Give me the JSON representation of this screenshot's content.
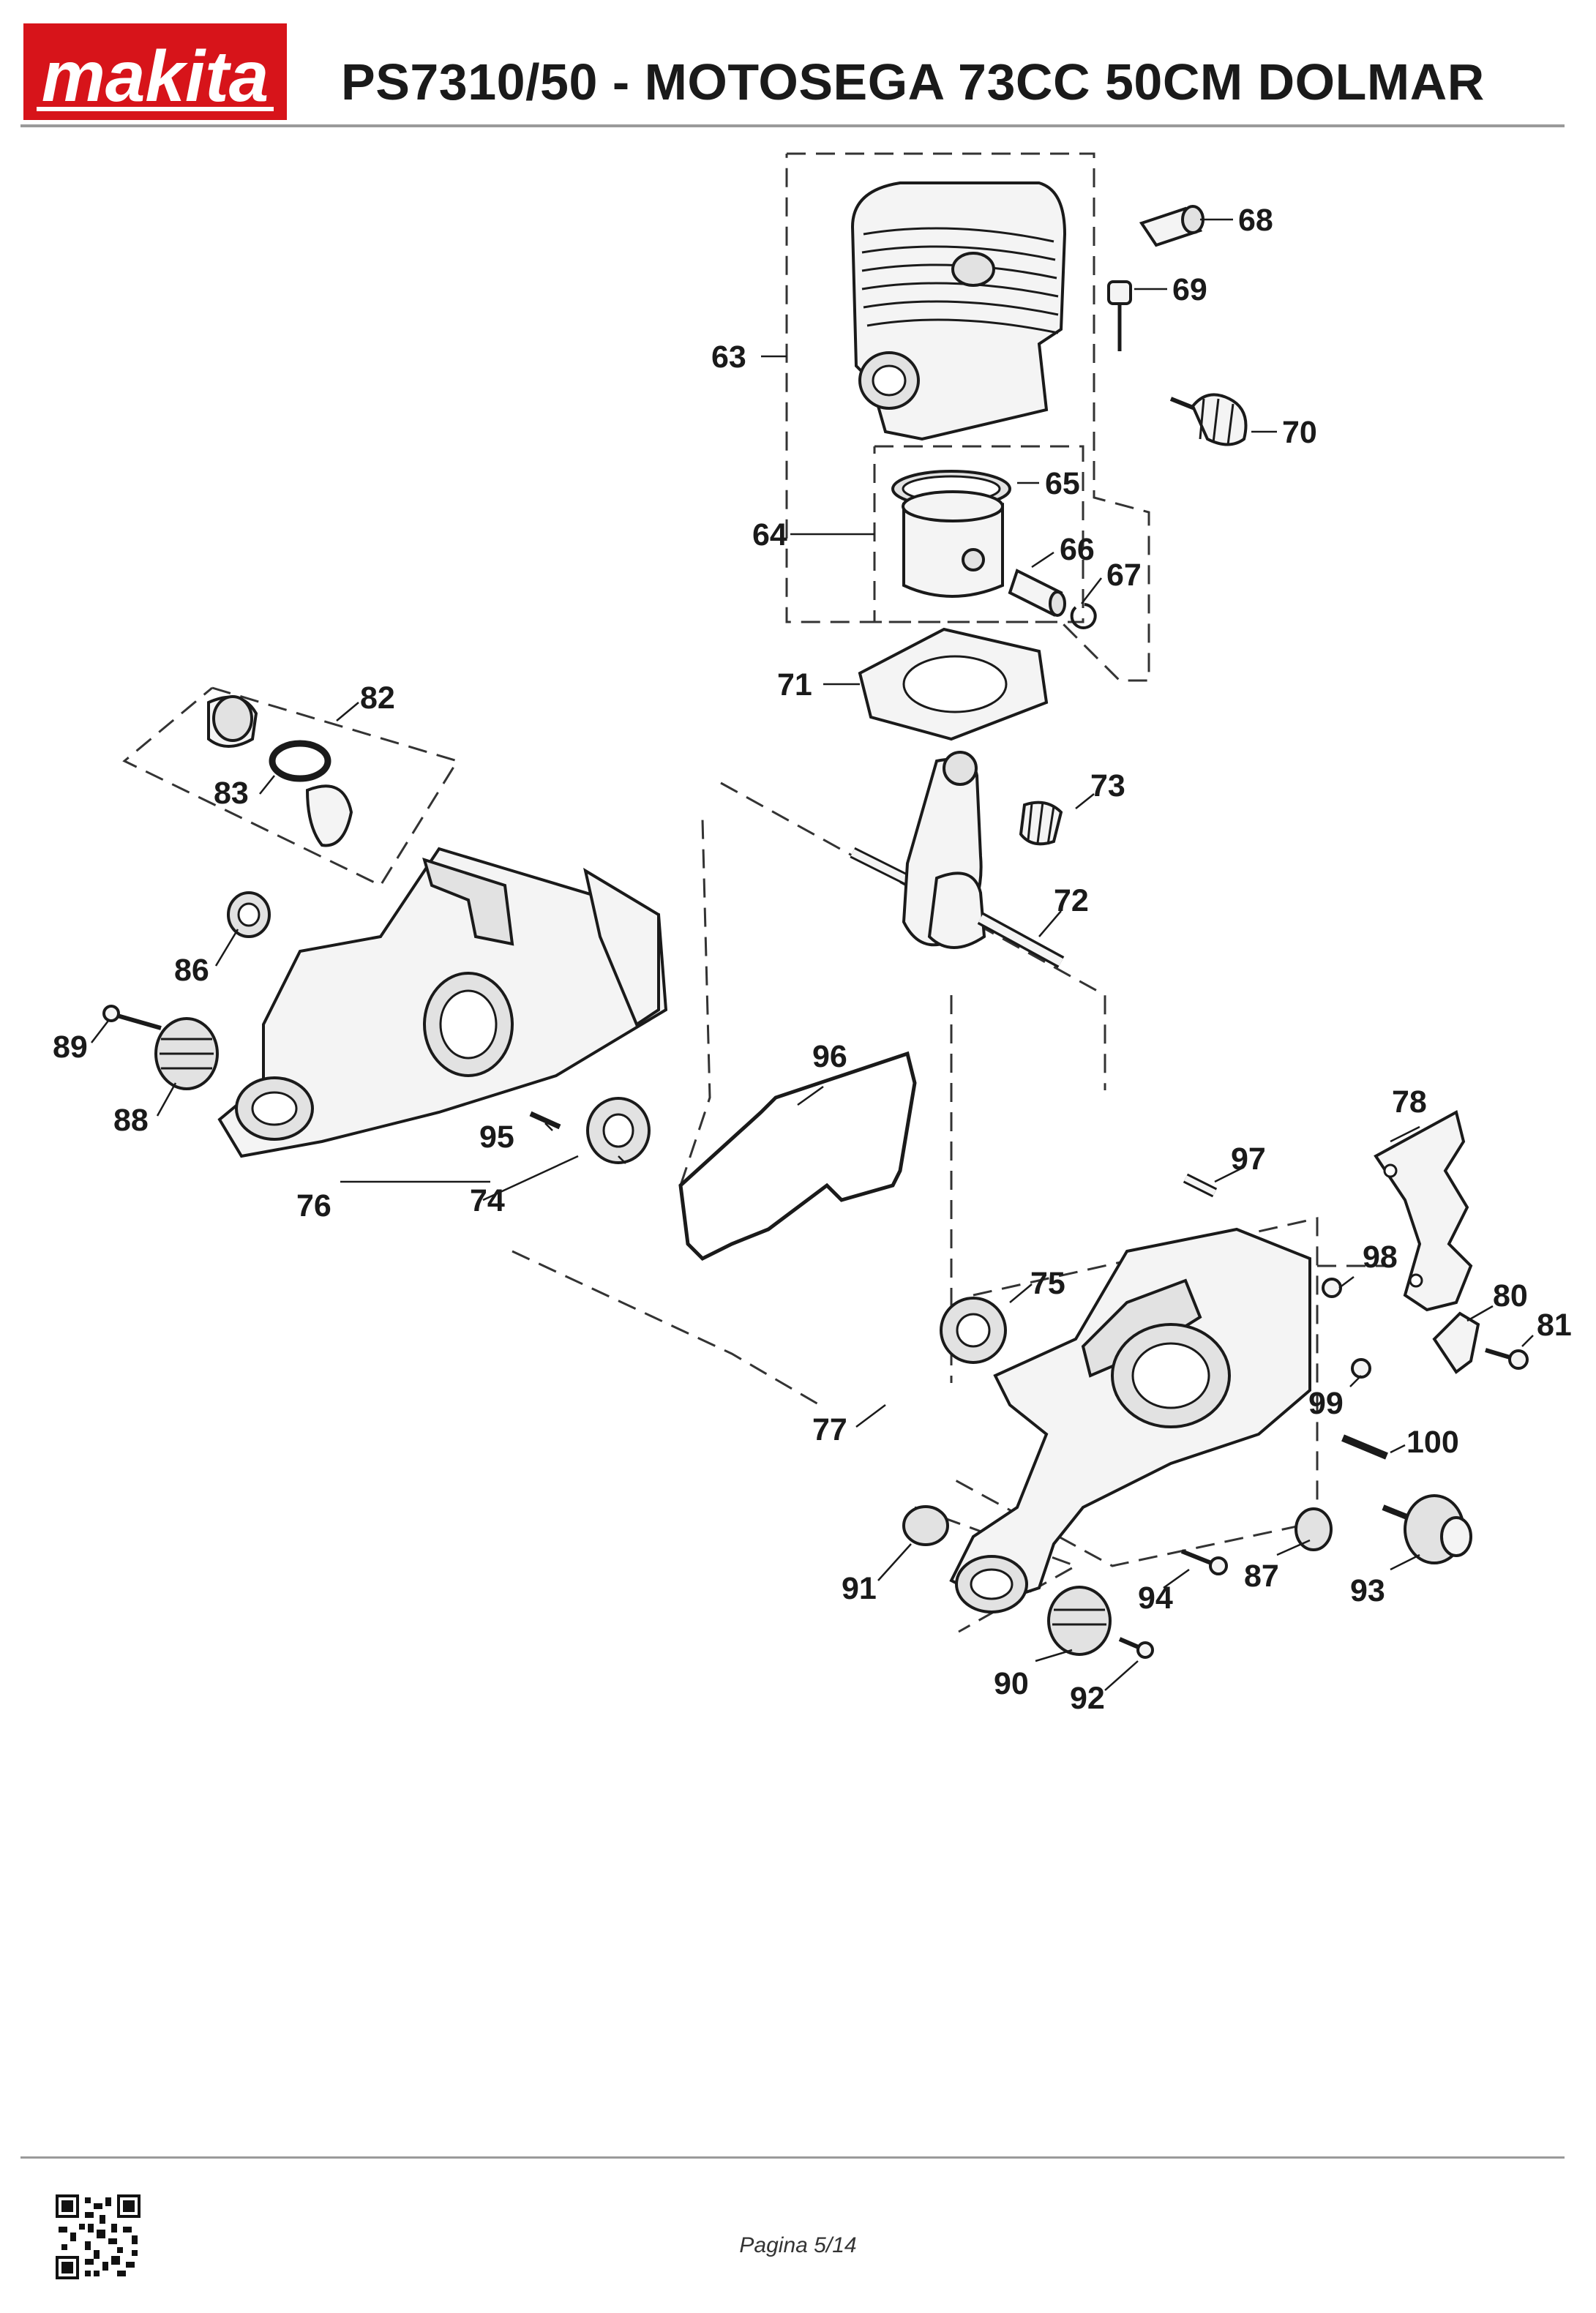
{
  "header": {
    "brand": "makita",
    "title": "PS7310/50 - MOTOSEGA 73CC 50CM DOLMAR"
  },
  "diagram": {
    "callouts": [
      {
        "id": "c63",
        "label": "63"
      },
      {
        "id": "c64",
        "label": "64"
      },
      {
        "id": "c65",
        "label": "65"
      },
      {
        "id": "c66",
        "label": "66"
      },
      {
        "id": "c67",
        "label": "67"
      },
      {
        "id": "c68",
        "label": "68"
      },
      {
        "id": "c69",
        "label": "69"
      },
      {
        "id": "c70",
        "label": "70"
      },
      {
        "id": "c71",
        "label": "71"
      },
      {
        "id": "c72",
        "label": "72"
      },
      {
        "id": "c73",
        "label": "73"
      },
      {
        "id": "c74",
        "label": "74"
      },
      {
        "id": "c75",
        "label": "75"
      },
      {
        "id": "c76",
        "label": "76"
      },
      {
        "id": "c77",
        "label": "77"
      },
      {
        "id": "c78",
        "label": "78"
      },
      {
        "id": "c80",
        "label": "80"
      },
      {
        "id": "c81",
        "label": "81"
      },
      {
        "id": "c82",
        "label": "82"
      },
      {
        "id": "c83",
        "label": "83"
      },
      {
        "id": "c86",
        "label": "86"
      },
      {
        "id": "c87",
        "label": "87"
      },
      {
        "id": "c88",
        "label": "88"
      },
      {
        "id": "c89",
        "label": "89"
      },
      {
        "id": "c90",
        "label": "90"
      },
      {
        "id": "c91",
        "label": "91"
      },
      {
        "id": "c92",
        "label": "92"
      },
      {
        "id": "c93",
        "label": "93"
      },
      {
        "id": "c94",
        "label": "94"
      },
      {
        "id": "c95",
        "label": "95"
      },
      {
        "id": "c96",
        "label": "96"
      },
      {
        "id": "c97",
        "label": "97"
      },
      {
        "id": "c98",
        "label": "98"
      },
      {
        "id": "c99",
        "label": "99"
      },
      {
        "id": "c100",
        "label": "100"
      }
    ]
  },
  "footer": {
    "page_label": "Pagina 5/14"
  },
  "colors": {
    "brand_red": "#d7141a",
    "rule_gray": "#9a9a9a"
  }
}
